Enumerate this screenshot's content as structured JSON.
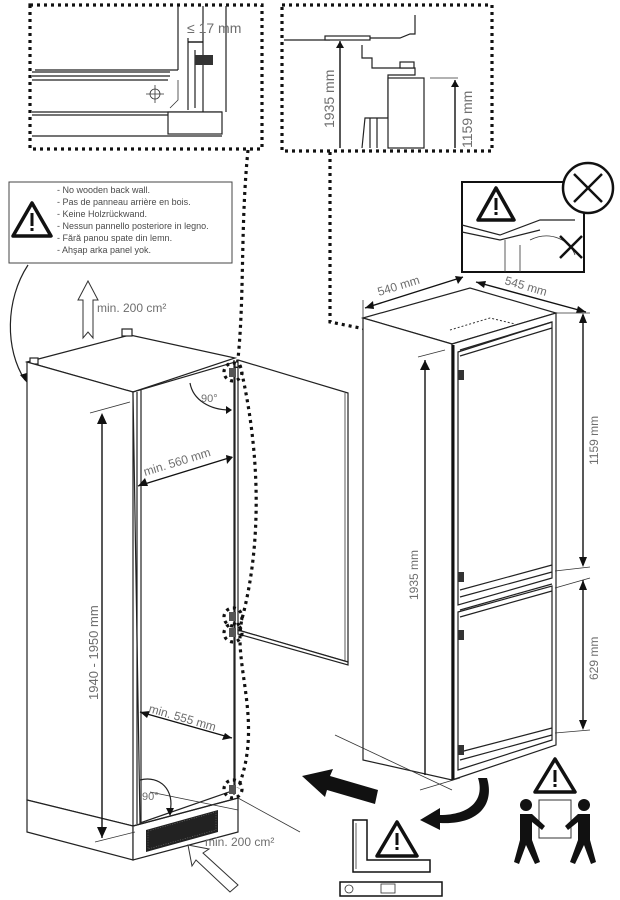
{
  "detail_hinge": {
    "gap_label": "≤ 17 mm"
  },
  "detail_height": {
    "height_total": "1935 mm",
    "height_upper": "1159 mm"
  },
  "warning_note": {
    "lines": [
      "- No wooden back wall.",
      "- Pas de panneau arrière en bois.",
      "- Keine Holzrückwand.",
      "- Nessun pannello posteriore in legno.",
      "- Fără panou spate din lemn.",
      "- Ahşap arka panel yok."
    ]
  },
  "cabinet": {
    "vent_top": "min. 200 cm²",
    "vent_bottom": "min. 200 cm²",
    "angle_top": "90°",
    "angle_bottom": "90°",
    "width_top": "min. 560 mm",
    "width_bottom": "min. 555 mm",
    "height_range": "1940 - 1950 mm"
  },
  "appliance": {
    "width": "540 mm",
    "depth": "545 mm",
    "height_total": "1935 mm",
    "height_fridge": "1159 mm",
    "height_freezer": "629 mm"
  },
  "icons": {
    "warning": "warning-triangle-icon",
    "prohibited": "prohibited-x-icon",
    "two_person_lift": "two-person-lift-icon",
    "square_level": "square-and-level-icon"
  }
}
